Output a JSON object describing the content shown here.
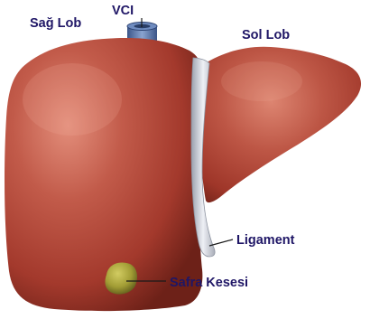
{
  "labels": {
    "right_lobe": "Sağ Lob",
    "vci": "VCI",
    "left_lobe": "Sol Lob",
    "ligament": "Ligament",
    "gallbladder": "Safra Kesesi"
  },
  "colors": {
    "label_text": "#1f1666",
    "liver_base": "#b2483b",
    "liver_highlight": "#e08a77",
    "liver_shadow": "#6e2219",
    "ligament": "#dfe2ea",
    "vci": "#5a76a8",
    "gallbladder": "#a5a03a",
    "leader_line": "#1a1a1a"
  }
}
